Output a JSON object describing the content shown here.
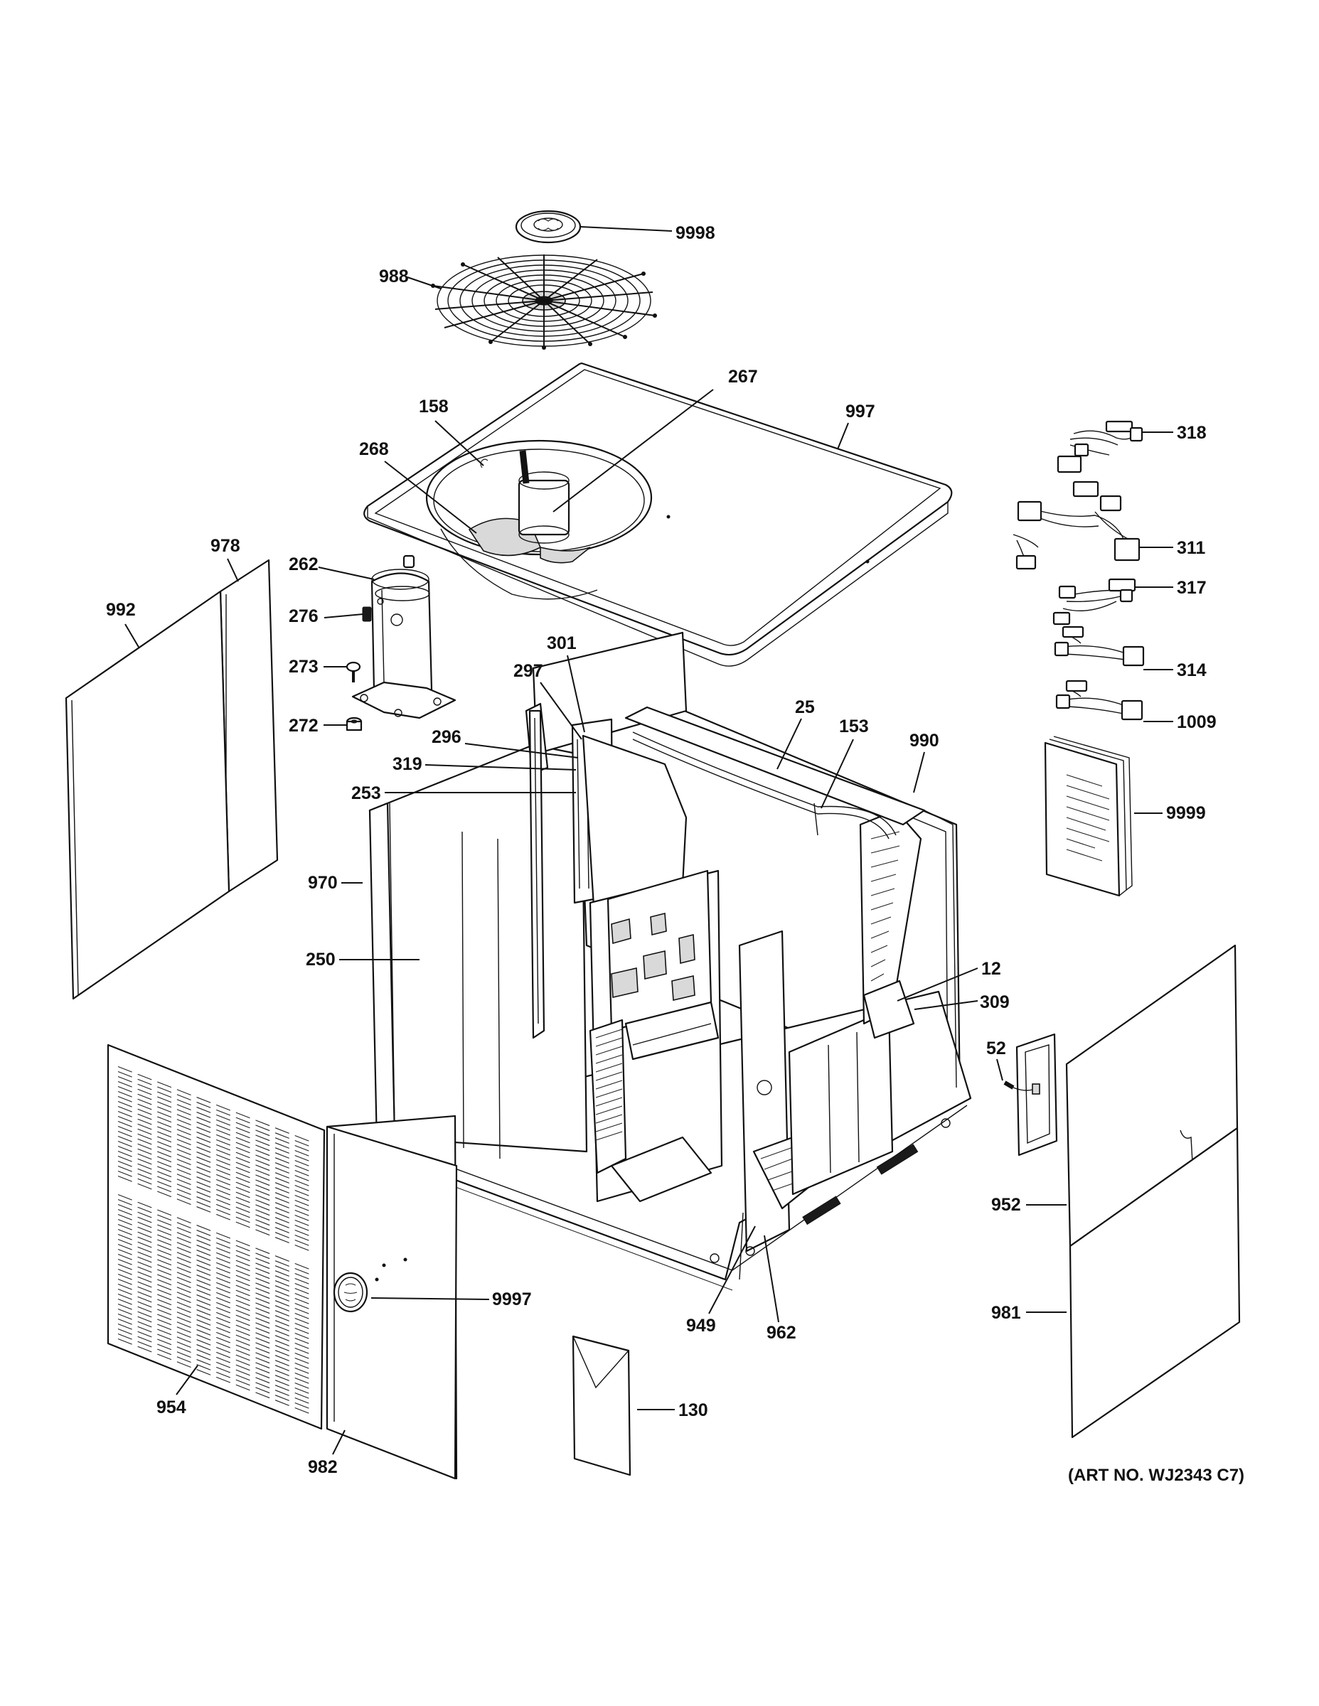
{
  "diagram": {
    "art_number": "(ART NO. WJ2343 C7)",
    "callouts": [
      {
        "id": "9998",
        "text": "9998"
      },
      {
        "id": "988",
        "text": "988"
      },
      {
        "id": "267",
        "text": "267"
      },
      {
        "id": "158",
        "text": "158"
      },
      {
        "id": "997",
        "text": "997"
      },
      {
        "id": "268",
        "text": "268"
      },
      {
        "id": "978",
        "text": "978"
      },
      {
        "id": "262",
        "text": "262"
      },
      {
        "id": "992",
        "text": "992"
      },
      {
        "id": "276",
        "text": "276"
      },
      {
        "id": "273",
        "text": "273"
      },
      {
        "id": "272",
        "text": "272"
      },
      {
        "id": "301",
        "text": "301"
      },
      {
        "id": "297",
        "text": "297"
      },
      {
        "id": "25",
        "text": "25"
      },
      {
        "id": "153",
        "text": "153"
      },
      {
        "id": "990",
        "text": "990"
      },
      {
        "id": "296",
        "text": "296"
      },
      {
        "id": "319",
        "text": "319"
      },
      {
        "id": "253",
        "text": "253"
      },
      {
        "id": "970",
        "text": "970"
      },
      {
        "id": "250",
        "text": "250"
      },
      {
        "id": "12",
        "text": "12"
      },
      {
        "id": "309",
        "text": "309"
      },
      {
        "id": "52",
        "text": "52"
      },
      {
        "id": "952",
        "text": "952"
      },
      {
        "id": "9997",
        "text": "9997"
      },
      {
        "id": "949",
        "text": "949"
      },
      {
        "id": "962",
        "text": "962"
      },
      {
        "id": "981",
        "text": "981"
      },
      {
        "id": "954",
        "text": "954"
      },
      {
        "id": "982",
        "text": "982"
      },
      {
        "id": "130",
        "text": "130"
      },
      {
        "id": "318",
        "text": "318"
      },
      {
        "id": "311",
        "text": "311"
      },
      {
        "id": "317",
        "text": "317"
      },
      {
        "id": "314",
        "text": "314"
      },
      {
        "id": "1009",
        "text": "1009"
      },
      {
        "id": "9999",
        "text": "9999"
      }
    ]
  }
}
